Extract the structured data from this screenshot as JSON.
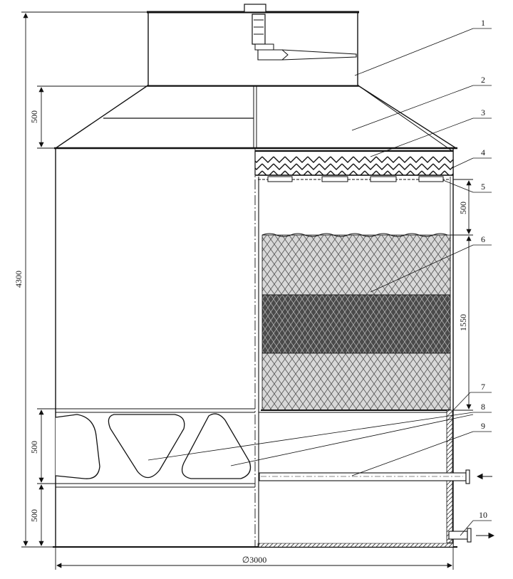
{
  "dimensions": {
    "total_height": "4300",
    "cone_height": "500",
    "top_gap": "500",
    "fill_height": "1550",
    "inlet_height": "500",
    "basin_height": "500",
    "diameter": "∅3000"
  },
  "callouts": [
    "1",
    "2",
    "3",
    "4",
    "5",
    "6",
    "7",
    "8",
    "9",
    "10"
  ],
  "colors": {
    "line": "#111111",
    "fill_light": "#bdbdbd",
    "fill_dark": "#3a3a3a"
  }
}
